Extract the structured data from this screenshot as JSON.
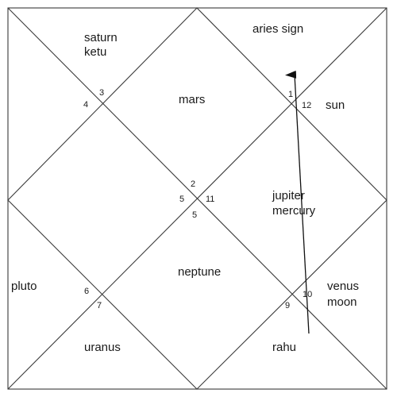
{
  "annotation": "aries sign",
  "houses": {
    "top_left": [
      "saturn",
      "ketu"
    ],
    "top_center": [
      "mars"
    ],
    "top_right": [
      "sun"
    ],
    "right_center": [
      "jupiter",
      "mercury"
    ],
    "bottom_right_side": [
      "venus",
      "moon"
    ],
    "bottom_right": [
      "rahu"
    ],
    "bottom_center": [
      "neptune"
    ],
    "bottom_left": [
      "uranus"
    ],
    "left_side": [
      "pluto"
    ]
  },
  "numbers": {
    "n1": "1",
    "n2": "2",
    "n3": "3",
    "n4": "4",
    "n5a": "5",
    "n5b": "5",
    "n6": "6",
    "n7": "7",
    "n9": "9",
    "n10": "10",
    "n11": "11",
    "n12": "12"
  },
  "colors": {
    "lines": "#3a3a3a",
    "arrow": "#111111"
  }
}
